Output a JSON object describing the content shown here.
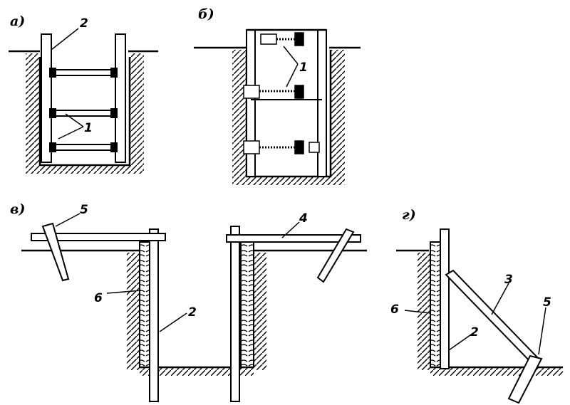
{
  "panels": [
    {
      "id": "a",
      "label": "а)"
    },
    {
      "id": "b",
      "label": "б)"
    },
    {
      "id": "v",
      "label": "в)"
    },
    {
      "id": "g",
      "label": "г)"
    }
  ],
  "callouts": {
    "a": [
      "2",
      "1"
    ],
    "b": [
      "1"
    ],
    "v": [
      "5",
      "4",
      "6",
      "2"
    ],
    "g": [
      "3",
      "5",
      "6",
      "2"
    ]
  }
}
